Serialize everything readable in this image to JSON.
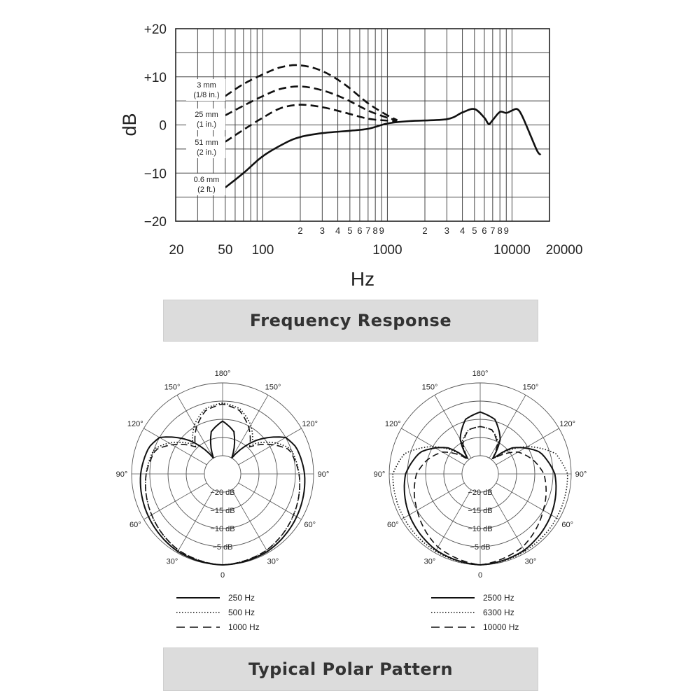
{
  "frequency_section_label": "Frequency Response",
  "polar_section_label": "Typical Polar Pattern",
  "chart_data": [
    {
      "type": "line",
      "xlabel": "Hz",
      "ylabel": "dB",
      "x_scale": "log",
      "xlim": [
        20,
        20000
      ],
      "ylim": [
        -20,
        20
      ],
      "y_ticks": [
        "+20",
        "+10",
        "0",
        "−10",
        "−20"
      ],
      "y_tick_values": [
        20,
        10,
        0,
        -10,
        -20
      ],
      "x_major_ticks": [
        {
          "value": 20,
          "label": "20"
        },
        {
          "value": 50,
          "label": "50"
        },
        {
          "value": 100,
          "label": "100"
        },
        {
          "value": 1000,
          "label": "1000"
        },
        {
          "value": 10000,
          "label": "10000"
        },
        {
          "value": 20000,
          "label": "20000"
        }
      ],
      "x_minor_ticks": [
        {
          "value": 200,
          "label": "2"
        },
        {
          "value": 300,
          "label": "3"
        },
        {
          "value": 400,
          "label": "4"
        },
        {
          "value": 500,
          "label": "5"
        },
        {
          "value": 600,
          "label": "6"
        },
        {
          "value": 700,
          "label": "7"
        },
        {
          "value": 800,
          "label": "8"
        },
        {
          "value": 900,
          "label": "9"
        },
        {
          "value": 2000,
          "label": "2"
        },
        {
          "value": 3000,
          "label": "3"
        },
        {
          "value": 4000,
          "label": "4"
        },
        {
          "value": 5000,
          "label": "5"
        },
        {
          "value": 6000,
          "label": "6"
        },
        {
          "value": 7000,
          "label": "7"
        },
        {
          "value": 8000,
          "label": "8"
        },
        {
          "value": 9000,
          "label": "9"
        }
      ],
      "grid": true,
      "series": [
        {
          "name": "3 mm (1/8 in.)",
          "style": "dashed",
          "x": [
            50,
            70,
            100,
            140,
            200,
            300,
            450,
            700,
            1000,
            1200
          ],
          "y": [
            6,
            8.5,
            10.5,
            12,
            12.4,
            11.2,
            8.5,
            4.5,
            2,
            1
          ]
        },
        {
          "name": "25 mm (1 in.)",
          "style": "dashed",
          "x": [
            50,
            70,
            100,
            140,
            200,
            300,
            450,
            700,
            1000,
            1200
          ],
          "y": [
            2,
            4,
            6,
            7.5,
            8,
            7.2,
            5.5,
            3,
            1.5,
            1
          ]
        },
        {
          "name": "51 mm (2 in.)",
          "style": "dashed",
          "x": [
            50,
            70,
            100,
            140,
            200,
            300,
            450,
            700,
            1000,
            1200
          ],
          "y": [
            -3.5,
            -1,
            1.5,
            3.5,
            4.2,
            3.7,
            2.6,
            1.3,
            0.9,
            0.8
          ]
        },
        {
          "name": "0.6 mm (2 ft.)",
          "style": "solid",
          "x": [
            50,
            70,
            100,
            150,
            200,
            300,
            500,
            700,
            1000,
            1500,
            3000,
            4000,
            5000,
            6000,
            6500,
            7000,
            8000,
            9000,
            10000,
            11000,
            12000,
            14000,
            16000,
            17000
          ],
          "y": [
            -13,
            -10,
            -6.5,
            -3.8,
            -2.5,
            -1.7,
            -1.2,
            -0.8,
            0.3,
            0.8,
            1.2,
            2.6,
            3.3,
            1.5,
            0.2,
            1,
            2.7,
            2.5,
            3,
            3.3,
            2,
            -2,
            -5.5,
            -6.2
          ]
        }
      ],
      "annotations": [
        {
          "text": [
            "3 mm",
            "(1/8 in.)"
          ],
          "series": "3 mm (1/8 in.)"
        },
        {
          "text": [
            "25 mm",
            "(1 in.)"
          ],
          "series": "25 mm (1 in.)"
        },
        {
          "text": [
            "51 mm",
            "(2 in.)"
          ],
          "series": "51 mm (2 in.)"
        },
        {
          "text": [
            "0.6 mm",
            "(2 ft.)"
          ],
          "series": "0.6 mm (2 ft.)"
        }
      ]
    },
    {
      "type": "polar",
      "angle_labels": [
        "0",
        "30°",
        "60°",
        "90°",
        "120°",
        "150°",
        "180°",
        "150°",
        "120°",
        "90°",
        "60°",
        "30°"
      ],
      "ring_labels": [
        "−20 dB",
        "−15 dB",
        "−10 dB",
        "−5 dB"
      ],
      "rings_db": [
        -20,
        -15,
        -10,
        -5,
        0
      ],
      "series": [
        {
          "name": "250 Hz",
          "style": "solid",
          "angles": [
            0,
            30,
            60,
            90,
            110,
            120,
            135,
            150,
            165,
            180
          ],
          "db": [
            0,
            -0.4,
            -1.5,
            -2.5,
            -3.5,
            -5,
            -12,
            -20,
            -13,
            -10.5
          ]
        },
        {
          "name": "500 Hz",
          "style": "dotted",
          "angles": [
            0,
            30,
            60,
            90,
            110,
            120,
            135,
            150,
            165,
            180
          ],
          "db": [
            0,
            -0.8,
            -2.5,
            -4,
            -5,
            -8,
            -13.5,
            -9.5,
            -6.5,
            -5.5
          ]
        },
        {
          "name": "1000 Hz",
          "style": "dashed",
          "angles": [
            0,
            30,
            60,
            90,
            110,
            120,
            135,
            150,
            165,
            180
          ],
          "db": [
            0,
            -0.8,
            -2.5,
            -4,
            -5.5,
            -9,
            -14.5,
            -10.5,
            -7,
            -5.8
          ]
        }
      ]
    },
    {
      "type": "polar",
      "angle_labels": [
        "0",
        "30°",
        "60°",
        "90°",
        "120°",
        "150°",
        "180°",
        "150°",
        "120°",
        "90°",
        "60°",
        "30°"
      ],
      "ring_labels": [
        "−20 dB",
        "−15 dB",
        "−10 dB",
        "−5 dB"
      ],
      "rings_db": [
        -20,
        -15,
        -10,
        -5,
        0
      ],
      "series": [
        {
          "name": "2500 Hz",
          "style": "solid",
          "angles": [
            0,
            30,
            60,
            90,
            110,
            130,
            140,
            150,
            165,
            180
          ],
          "db": [
            0,
            -0.8,
            -2.5,
            -4.5,
            -7.5,
            -14,
            -20,
            -14,
            -9.5,
            -8
          ]
        },
        {
          "name": "6300 Hz",
          "style": "dotted",
          "angles": [
            0,
            30,
            60,
            90,
            105,
            120,
            140,
            150,
            165,
            180
          ],
          "db": [
            0,
            -0.5,
            -0.8,
            -1,
            -3.5,
            -10,
            -20,
            -15,
            -12.5,
            -12
          ]
        },
        {
          "name": "10000 Hz",
          "style": "dashed",
          "angles": [
            0,
            30,
            60,
            90,
            105,
            120,
            140,
            150,
            165,
            180
          ],
          "db": [
            0,
            -1.8,
            -5,
            -7.5,
            -10,
            -13,
            -20,
            -15.5,
            -12.5,
            -12
          ]
        }
      ]
    }
  ]
}
